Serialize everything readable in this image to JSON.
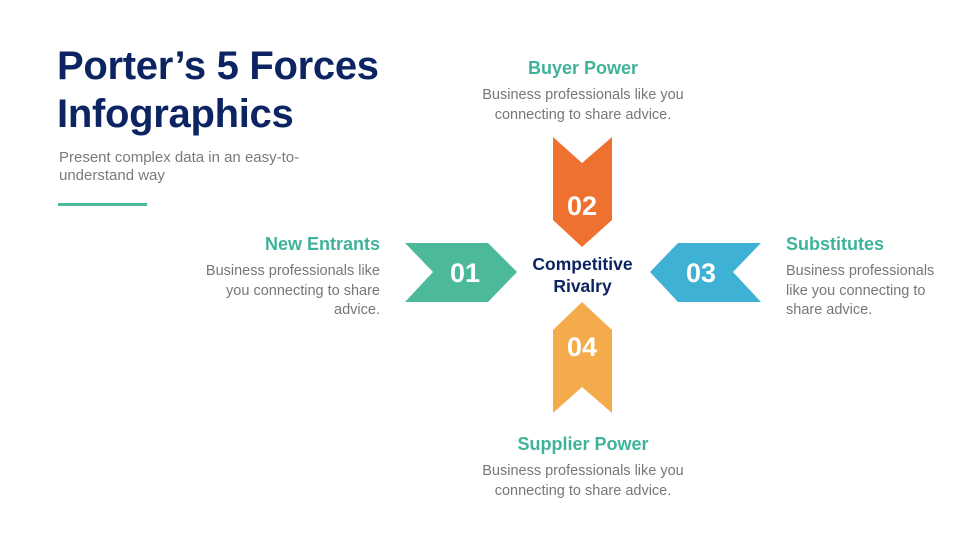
{
  "title_line1": "Porter’s 5 Forces",
  "title_line2": "Infographics",
  "subtitle": "Present complex data in an easy-to-understand way",
  "center_label": "Competitive Rivalry",
  "colors": {
    "title": "#0c2461",
    "heading": "#3fb39a",
    "f01": "#4cb99a",
    "f02": "#ee7130",
    "f03": "#3eb1d4",
    "f04": "#f4ab4c"
  },
  "forces": [
    {
      "number": "01",
      "title": "New Entrants",
      "description": "Business professionals like you connecting to share advice."
    },
    {
      "number": "02",
      "title": "Buyer Power",
      "description": "Business professionals like you connecting to share advice."
    },
    {
      "number": "03",
      "title": "Substitutes",
      "description": "Business professionals like you connecting to share advice."
    },
    {
      "number": "04",
      "title": "Supplier Power",
      "description": "Business professionals like you connecting to share advice."
    }
  ]
}
